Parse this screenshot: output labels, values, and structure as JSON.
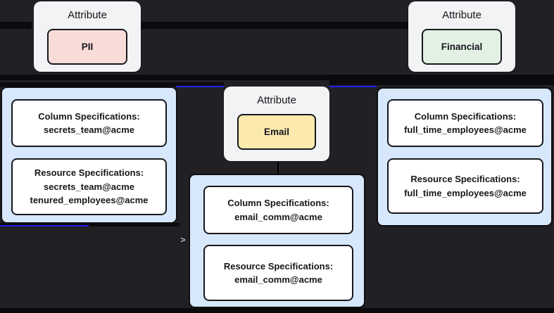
{
  "diagram": {
    "attributes": [
      {
        "title": "Attribute",
        "label": "PII"
      },
      {
        "title": "Attribute",
        "label": "Email"
      },
      {
        "title": "Attribute",
        "label": "Financial"
      }
    ],
    "groups": [
      {
        "column": {
          "heading": "Column Specifications:",
          "line1": "secrets_team@acme"
        },
        "resource": {
          "heading": "Resource Specifications:",
          "line1": "secrets_team@acme",
          "line2": "tenured_employees@acme"
        }
      },
      {
        "column": {
          "heading": "Column Specifications:",
          "line1": "email_comm@acme"
        },
        "resource": {
          "heading": "Resource Specifications:",
          "line1": "email_comm@acme"
        }
      },
      {
        "column": {
          "heading": "Column Specifications:",
          "line1": "full_time_employees@acme"
        },
        "resource": {
          "heading": "Resource Specifications:",
          "line1": "full_time_employees@acme"
        }
      }
    ],
    "arrow_glyph": ">",
    "colors": {
      "background": "#202025",
      "edge": "#0b0b0d",
      "link": "#2121f3",
      "card": "#f2f3f5",
      "pii_fill": "#f9dcd8",
      "email_fill": "#fbe9ae",
      "financial_fill": "#e3f1e4",
      "group_fill": "#d7e8fc",
      "spec_box_fill": "#ffffff",
      "text": "#17171c"
    }
  }
}
